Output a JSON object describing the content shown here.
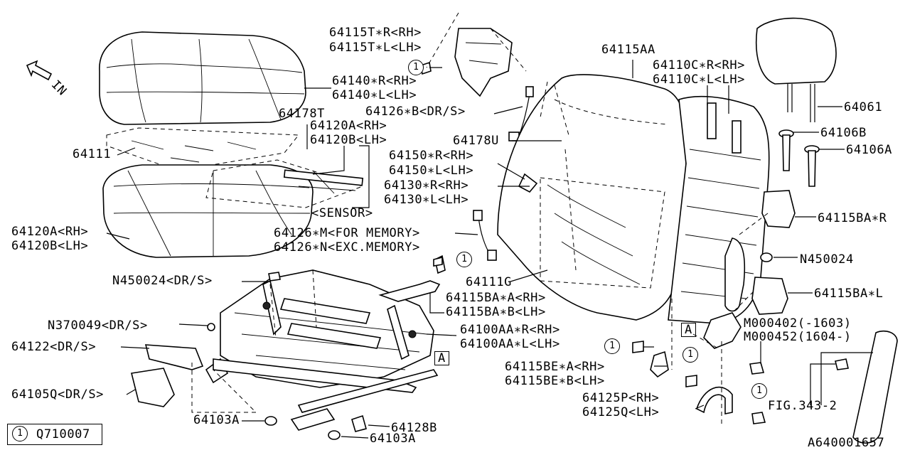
{
  "direction": "IN",
  "legend": {
    "symbol": "1",
    "part": "Q710007"
  },
  "diagram_code": "A640001657",
  "ref_marks": {
    "circle": "1",
    "box": "A"
  },
  "labels": {
    "l64115T_R": "64115T∗R<RH>",
    "l64115T_L": "64115T∗L<LH>",
    "l64140_R": "64140∗R<RH>",
    "l64140_L": "64140∗L<LH>",
    "l64178T": "64178T",
    "l64120A_u": "64120A<RH>",
    "l64120B_u": "64120B<LH>",
    "l64111": "64111",
    "sensor": "<SENSOR>",
    "l64120A_l": "64120A<RH>",
    "l64120B_l": "64120B<LH>",
    "l64126B": "64126∗B<DR/S>",
    "l64178U": "64178U",
    "l64150_R": "64150∗R<RH>",
    "l64150_L": "64150∗L<LH>",
    "l64130_R": "64130∗R<RH>",
    "l64130_L": "64130∗L<LH>",
    "l64126M": "64126∗M<FOR MEMORY>",
    "l64126N": "64126∗N<EXC.MEMORY>",
    "lN450024_dr": "N450024<DR/S>",
    "l64111G": "64111G",
    "l64115BA_A": "64115BA∗A<RH>",
    "l64115BA_B": "64115BA∗B<LH>",
    "lN370049": "N370049<DR/S>",
    "l64122": "64122<DR/S>",
    "l64100AA_R": "64100AA∗R<RH>",
    "l64100AA_L": "64100AA∗L<LH>",
    "l64105Q": "64105Q<DR/S>",
    "l64103A_a": "64103A",
    "l64128B": "64128B",
    "l64103A_b": "64103A",
    "l64115AA": "64115AA",
    "l64110C_R": "64110C∗R<RH>",
    "l64110C_L": "64110C∗L<LH>",
    "l64061": "64061",
    "l64106B": "64106B",
    "l64106A": "64106A",
    "l64115BA_R": "64115BA∗R",
    "lN450024": "N450024",
    "l64115BA_L": "64115BA∗L",
    "lM000402": "M000402(-1603)",
    "lM000452": "M000452(1604-)",
    "l64115BE_A": "64115BE∗A<RH>",
    "l64115BE_B": "64115BE∗B<LH>",
    "l64125P": "64125P<RH>",
    "l64125Q": "64125Q<LH>",
    "lFIG": "FIG.343-2"
  }
}
